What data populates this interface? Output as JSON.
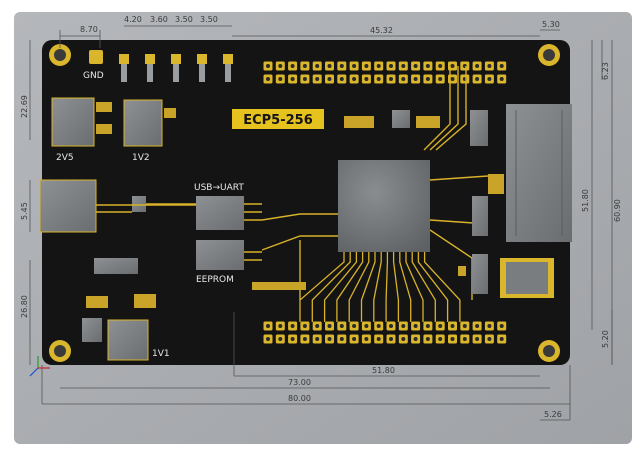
{
  "board": {
    "chip_label": "ECP5-256",
    "silkscreen": {
      "gnd": "GND",
      "rail_25": "2V5",
      "rail_1v2": "1V2",
      "rail_1v1": "1V1",
      "usb_uart": "USB→UART",
      "eeprom": "EEPROM"
    },
    "colors": {
      "background": "#a9acb0",
      "pcb": "#141414",
      "copper": "#d8b22a",
      "chip_label_bg": "#e6c21e"
    }
  },
  "dimensions": {
    "d_8_70": "8.70",
    "d_4_20": "4.20",
    "d_3_60": "3.60",
    "d_3_50a": "3.50",
    "d_3_50b": "3.50",
    "d_45_32": "45.32",
    "d_5_30": "5.30",
    "d_6_23": "6.23",
    "d_22_69": "22.69",
    "d_5_45": "5.45",
    "d_26_80": "26.80",
    "d_60_90": "60.90",
    "d_51_80": "51.80",
    "d_5_20": "5.20",
    "d_73_00": "73.00",
    "d_80_00": "80.00",
    "d_5_26": "5.26"
  }
}
